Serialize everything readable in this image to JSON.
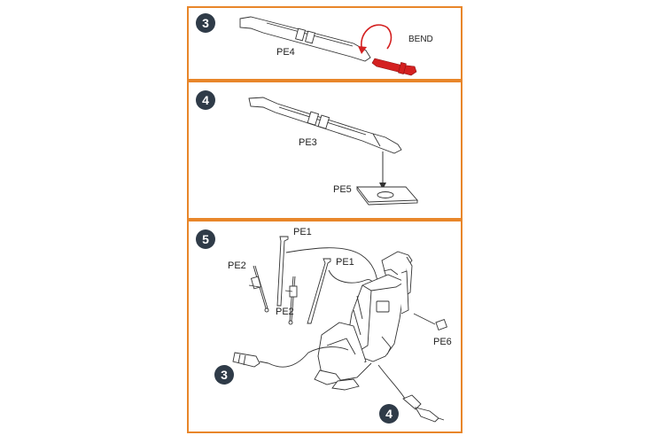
{
  "colors": {
    "frame_border": "#e8862a",
    "badge_bg": "#2f3b48",
    "badge_text": "#ffffff",
    "highlight": "#d42020",
    "line": "#333333"
  },
  "steps": [
    {
      "badge": "3",
      "labels": {
        "part": "PE4",
        "bend": "BEND"
      }
    },
    {
      "badge": "4",
      "labels": {
        "part_strap": "PE3",
        "part_plate": "PE5"
      }
    },
    {
      "badge": "5",
      "labels": {
        "pe1_a": "PE1",
        "pe1_b": "PE1",
        "pe2_a": "PE2",
        "pe2_b": "PE2",
        "pe6": "PE6",
        "ref_3": "3",
        "ref_4": "4"
      }
    }
  ]
}
